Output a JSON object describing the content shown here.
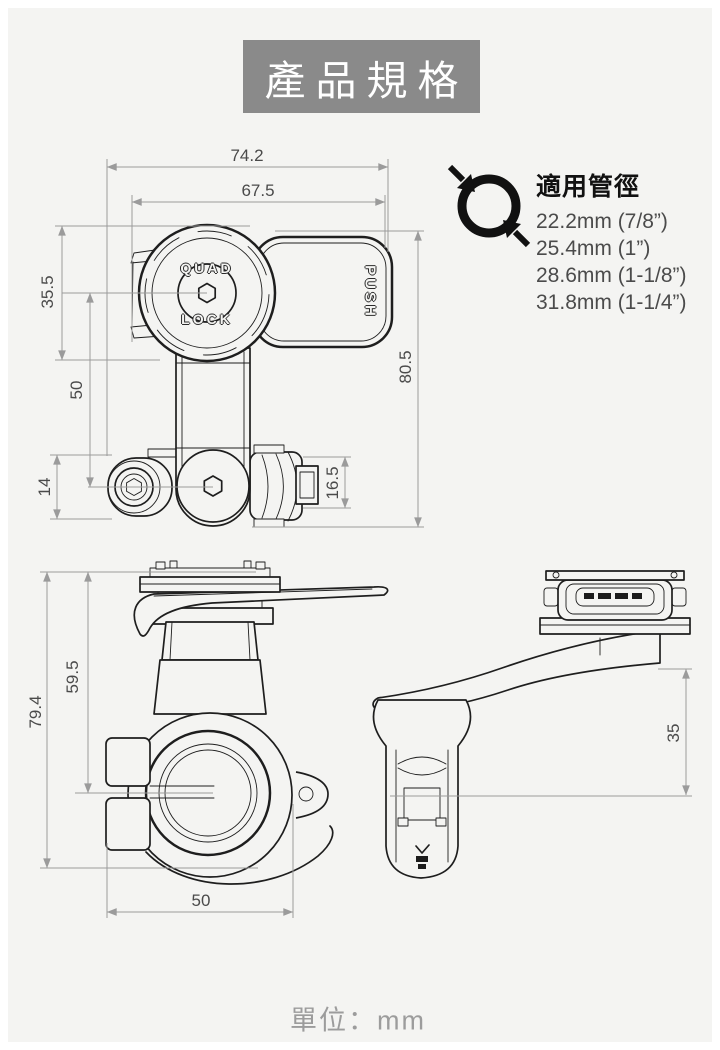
{
  "colors": {
    "background": "#f4f4f2",
    "header_bg": "#8a8a8a",
    "line": "#1e1e1e",
    "dimension_line": "#9b9b9b",
    "dimension_text": "#4a4a4a"
  },
  "header": {
    "title": "產品規格"
  },
  "pipe_diameter": {
    "heading": "適用管徑",
    "sizes": [
      "22.2mm (7/8”)",
      "25.4mm (1”)",
      "28.6mm (1-1/8”)",
      "31.8mm (1-1/4”)"
    ]
  },
  "front_view": {
    "brand_top": "QUAD",
    "brand_bottom": "LOCK",
    "lever_label": "PUSH",
    "dims": {
      "overall_width": "74.2",
      "inner_width": "67.5",
      "head_height": "35.5",
      "head_center_to_bolt": "50",
      "ear_height": "14",
      "overall_height": "80.5",
      "base_height": "16.5"
    }
  },
  "side_view": {
    "dims": {
      "overall_height": "79.4",
      "top_to_bar_center": "59.5",
      "clamp_width": "50"
    }
  },
  "profile_view": {
    "dims": {
      "arm_to_bar_center": "35"
    }
  },
  "footer": {
    "unit_label": "單位：mm"
  }
}
